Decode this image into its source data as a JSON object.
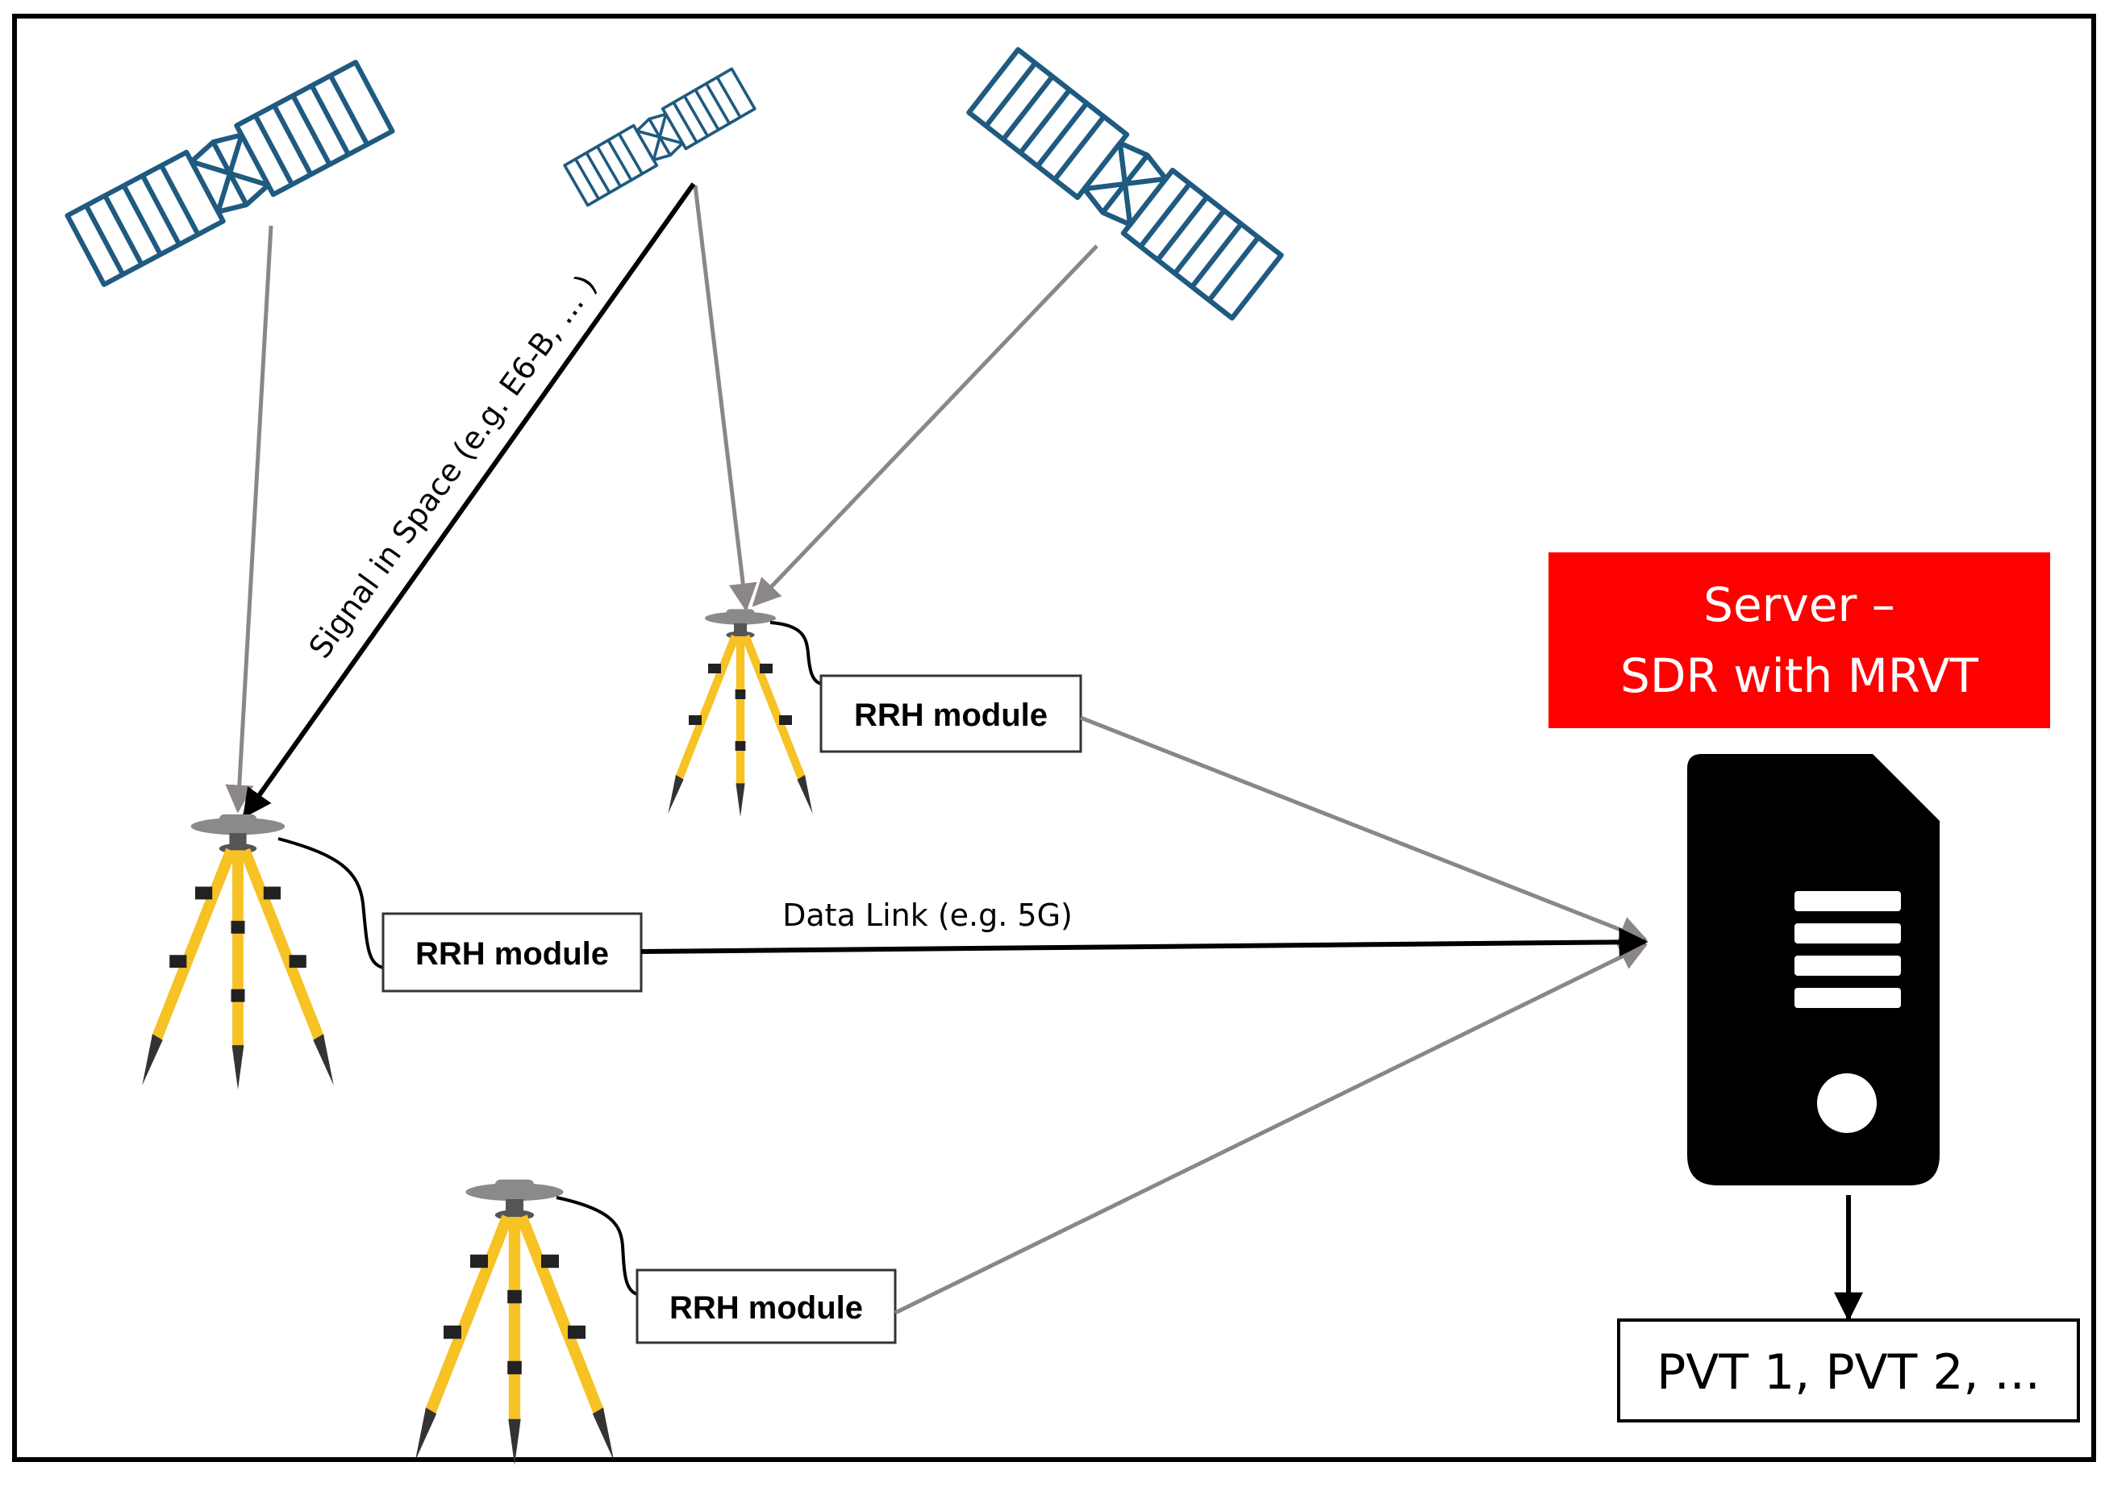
{
  "diagram": {
    "signal_label": "Signal in Space (e.g. E6-B, ... )",
    "data_link_label": "Data Link (e.g. 5G)",
    "rrh_modules": [
      {
        "label": "RRH module"
      },
      {
        "label": "RRH module"
      },
      {
        "label": "RRH module"
      }
    ],
    "server": {
      "line1": "Server –",
      "line2": "SDR with MRVT"
    },
    "output": {
      "label": "PVT 1, PVT 2, ..."
    },
    "colors": {
      "satellite": "#1f5a80",
      "server_label_bg": "#ff0000",
      "tripod_legs": "#f6c224",
      "links": "#8c8686"
    }
  }
}
